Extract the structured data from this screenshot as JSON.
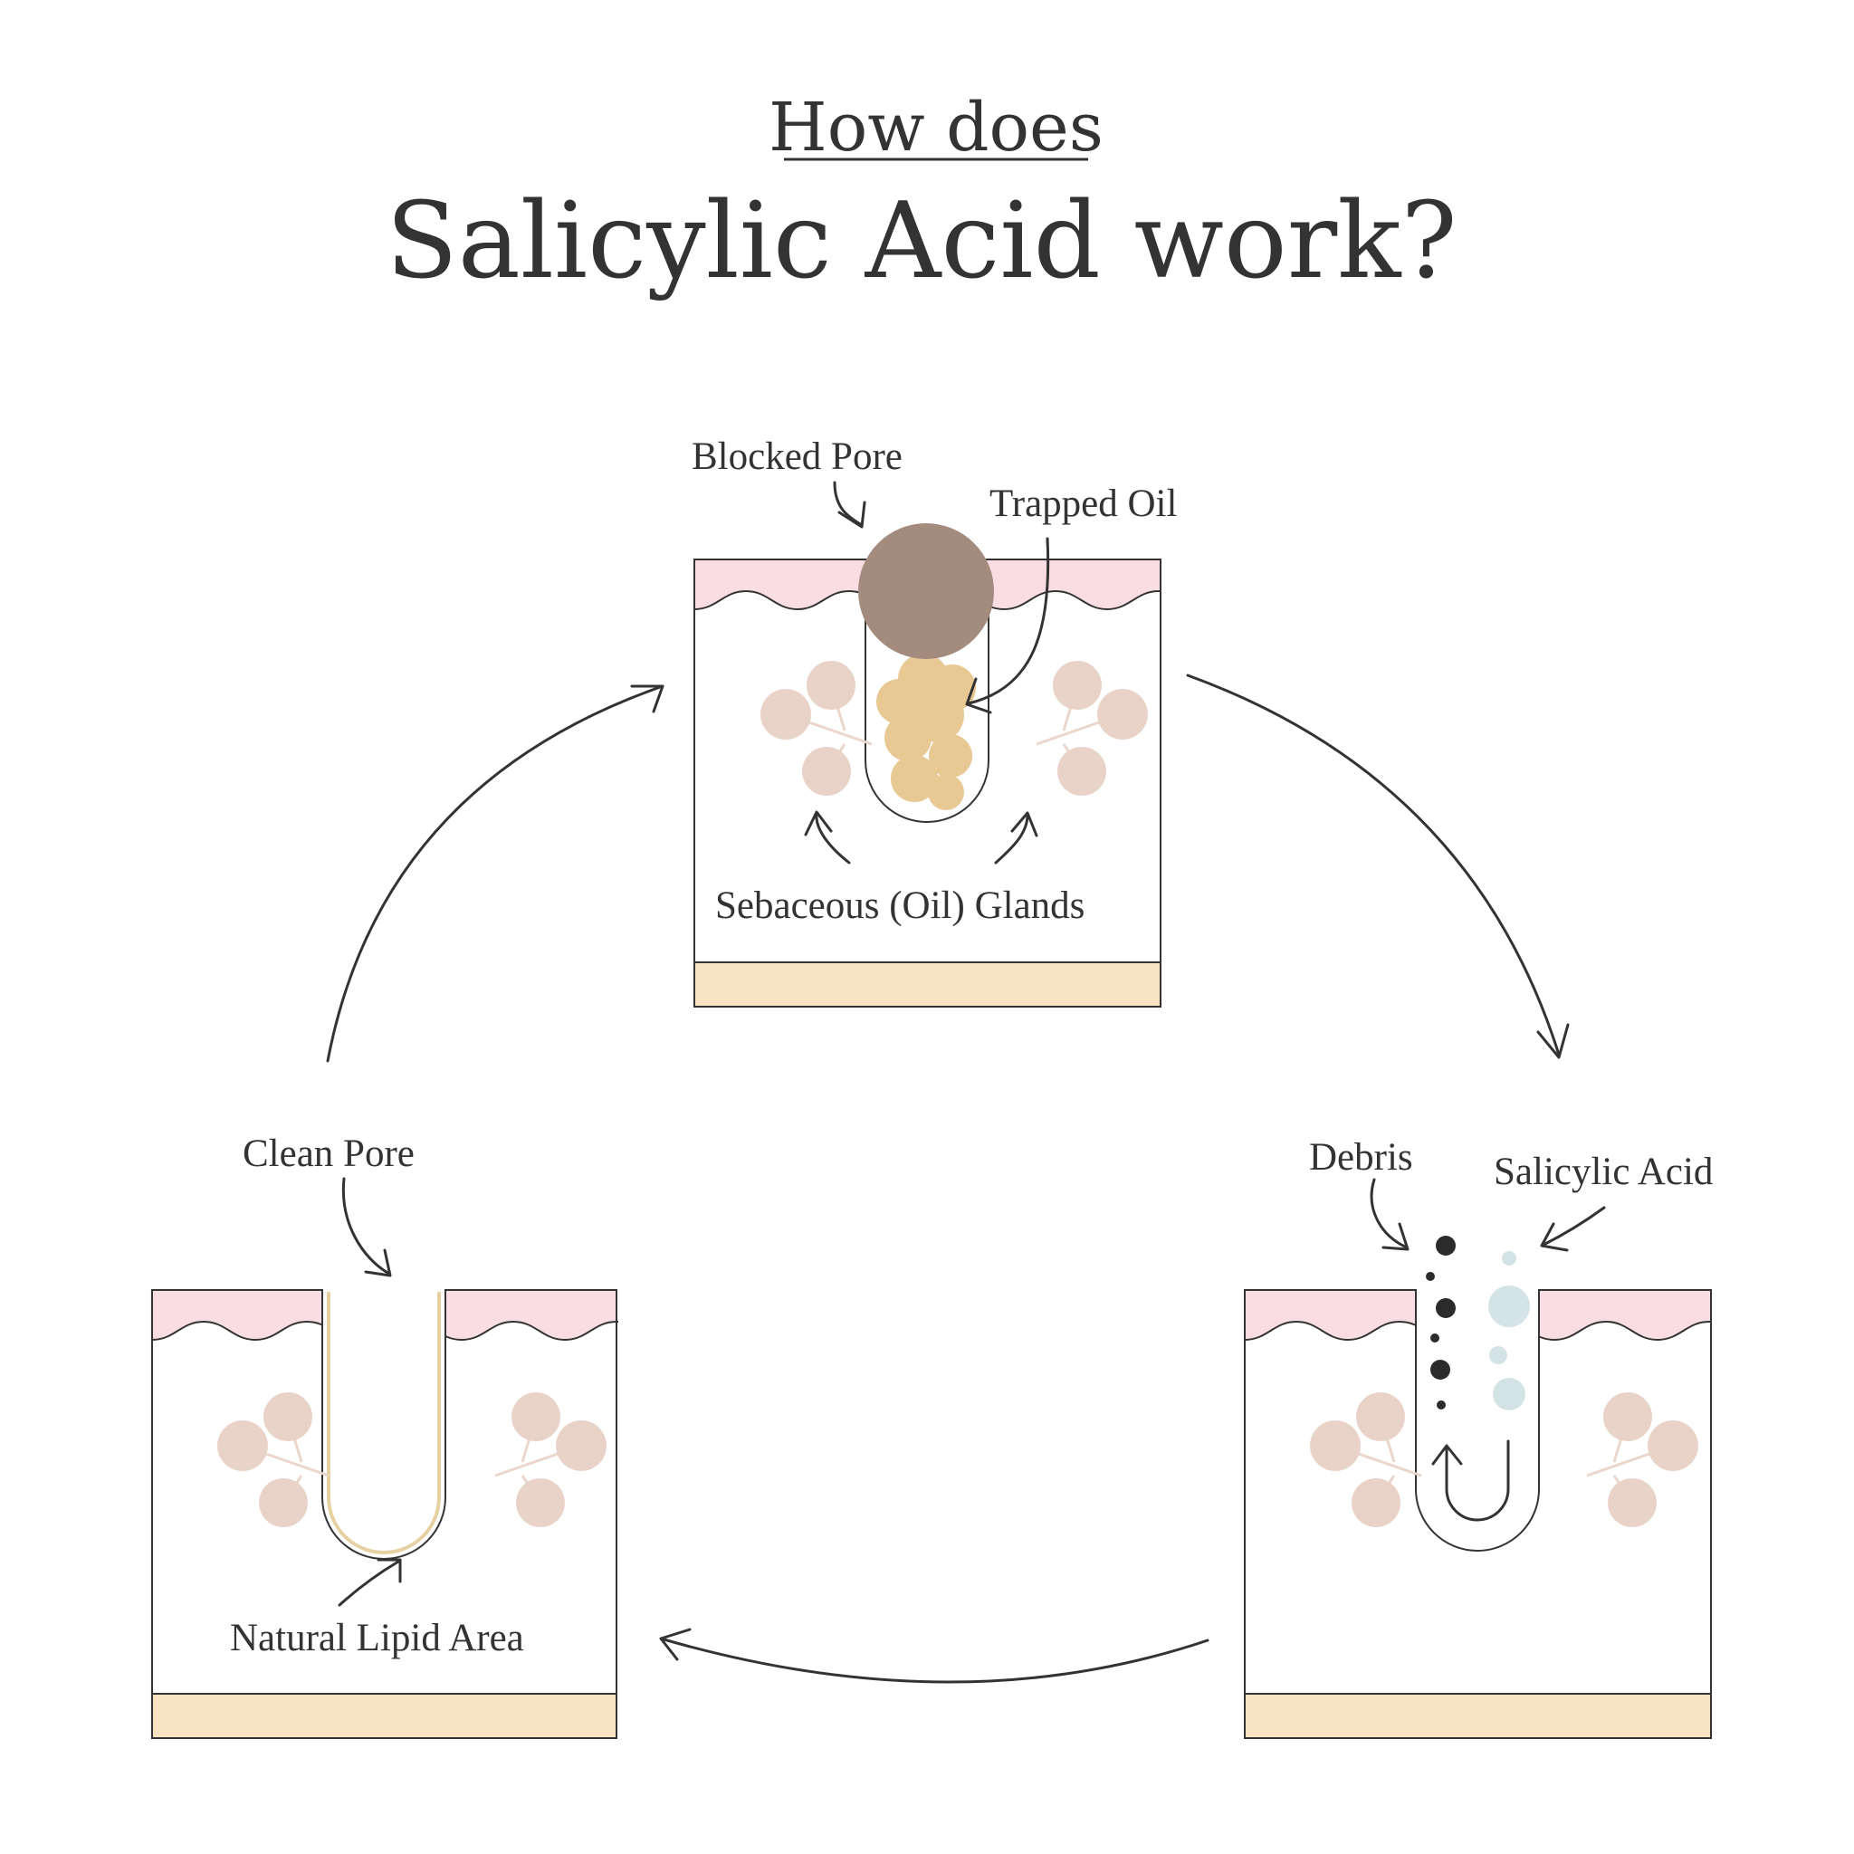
{
  "header": {
    "subtitle": "How does",
    "title": "Salicylic Acid work?"
  },
  "panels": {
    "blocked": {
      "label_pore": "Blocked Pore",
      "label_oil": "Trapped Oil",
      "label_glands": "Sebaceous (Oil) Glands"
    },
    "treatment": {
      "label_debris": "Debris",
      "label_acid": "Salicylic Acid"
    },
    "clean": {
      "label_pore": "Clean Pore",
      "label_lipid": "Natural Lipid Area"
    }
  },
  "colors": {
    "text": "#333333",
    "epidermis": "#f9dde3",
    "dermis": "#ffffff",
    "base_layer": "#f8e4c2",
    "gland": "#e9d3c8",
    "blockage": "#a38b7e",
    "trapped_oil": "#e8c994",
    "debris": "#2b2b2b",
    "salicylic_acid": "#d3e3e6",
    "lipid": "#e6d1a3"
  },
  "icons": {
    "cycle_arrows": "curved-arrow-icon",
    "callouts": "pointer-arrow-icon"
  }
}
